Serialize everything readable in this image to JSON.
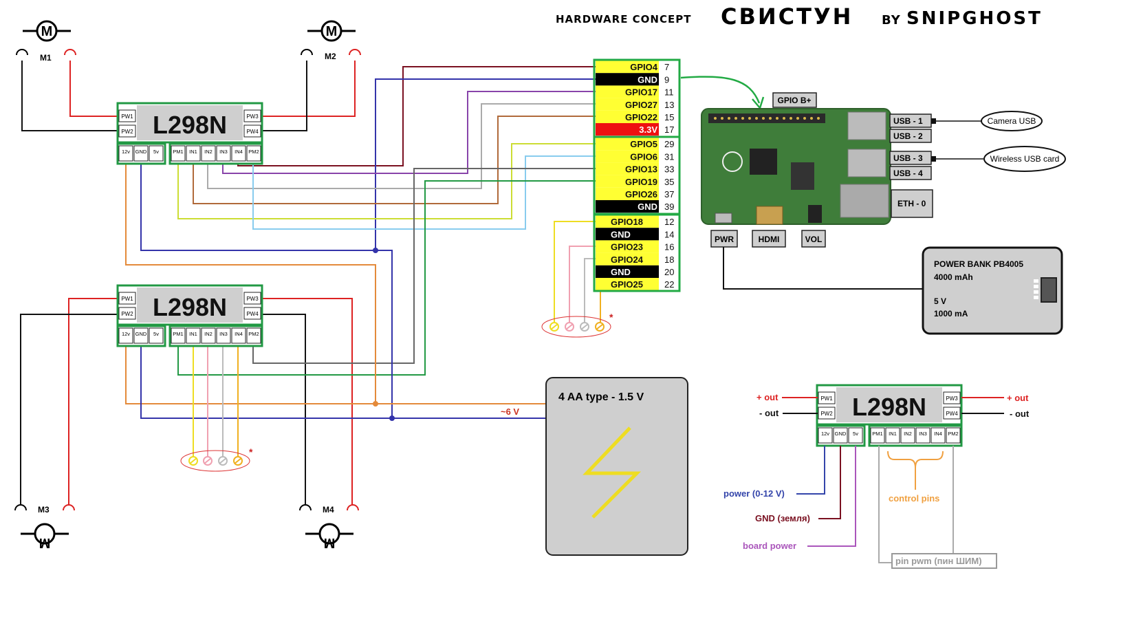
{
  "title": {
    "prefix": "HARDWARE CONCEPT",
    "name": "СВИСТУН",
    "by": "BY",
    "author": "SNIPGHOST"
  },
  "motors": [
    {
      "label": "M1"
    },
    {
      "label": "M2"
    },
    {
      "label": "M3"
    },
    {
      "label": "M4"
    }
  ],
  "motor_symbol": "M",
  "driver": {
    "name": "L298N",
    "pw_left": [
      "PW1",
      "PW2"
    ],
    "pw_right": [
      "PW3",
      "PW4"
    ],
    "power_pins": [
      "12v",
      "GND",
      "5v"
    ],
    "control_pins": [
      "PM1",
      "IN1",
      "IN2",
      "IN3",
      "IN4",
      "PM2"
    ]
  },
  "gpio": {
    "left_block": [
      {
        "name": "GPIO4",
        "num": "7"
      },
      {
        "name": "GND",
        "num": "9"
      },
      {
        "name": "GPIO17",
        "num": "11"
      },
      {
        "name": "GPIO27",
        "num": "13"
      },
      {
        "name": "GPIO22",
        "num": "15"
      },
      {
        "name": "3.3V",
        "num": "17"
      },
      {
        "name": "GPIO5",
        "num": "29"
      },
      {
        "name": "GPIO6",
        "num": "31"
      },
      {
        "name": "GPIO13",
        "num": "33"
      },
      {
        "name": "GPIO19",
        "num": "35"
      },
      {
        "name": "GPIO26",
        "num": "37"
      },
      {
        "name": "GND",
        "num": "39"
      }
    ],
    "right_block": [
      {
        "name": "GPIO18",
        "num": "12"
      },
      {
        "name": "GND",
        "num": "14"
      },
      {
        "name": "GPIO23",
        "num": "16"
      },
      {
        "name": "GPIO24",
        "num": "18"
      },
      {
        "name": "GND",
        "num": "20"
      },
      {
        "name": "GPIO25",
        "num": "22"
      }
    ],
    "colors": {
      "yellow": "#ffff33",
      "black": "#000000",
      "red": "#ee1111",
      "border": "#22aa44"
    }
  },
  "pi": {
    "gpio_label": "GPIO B+",
    "usb": [
      "USB - 1",
      "USB - 2",
      "USB - 3",
      "USB - 4"
    ],
    "eth": "ETH - 0",
    "pwr": "PWR",
    "hdmi": "HDMI",
    "vol": "VOL",
    "camera": "Camera USB",
    "wireless": "Wireless USB card"
  },
  "power_bank": {
    "line1": "POWER BANK PB4005",
    "line2": "4000 mAh",
    "line3": "5 V",
    "line4": "1000 mA"
  },
  "battery": {
    "label": "4 AA type - 1.5 V",
    "voltage": "~6 V"
  },
  "star": "*",
  "legend": {
    "plus_out": "+ out",
    "minus_out": "- out",
    "power": "power (0-12 V)",
    "gnd": "GND (земля)",
    "board_power": "board power",
    "control": "control pins",
    "pwm": "pin pwm (пин ШИМ)"
  },
  "wire_colors": {
    "red": "#dd2222",
    "black": "#111111",
    "darkred": "#7a1020",
    "blue": "#3333aa",
    "purple": "#8844aa",
    "gray": "#aaaaaa",
    "brown": "#b06a3a",
    "lime": "#ccdd33",
    "lightblue": "#88ccee",
    "darkgray": "#666666",
    "green": "#229944",
    "orange": "#e48a3a",
    "pink": "#f0a0b0",
    "yellow": "#eedd22",
    "lightgray": "#bbbbbb",
    "goldenrod": "#f0b020"
  }
}
